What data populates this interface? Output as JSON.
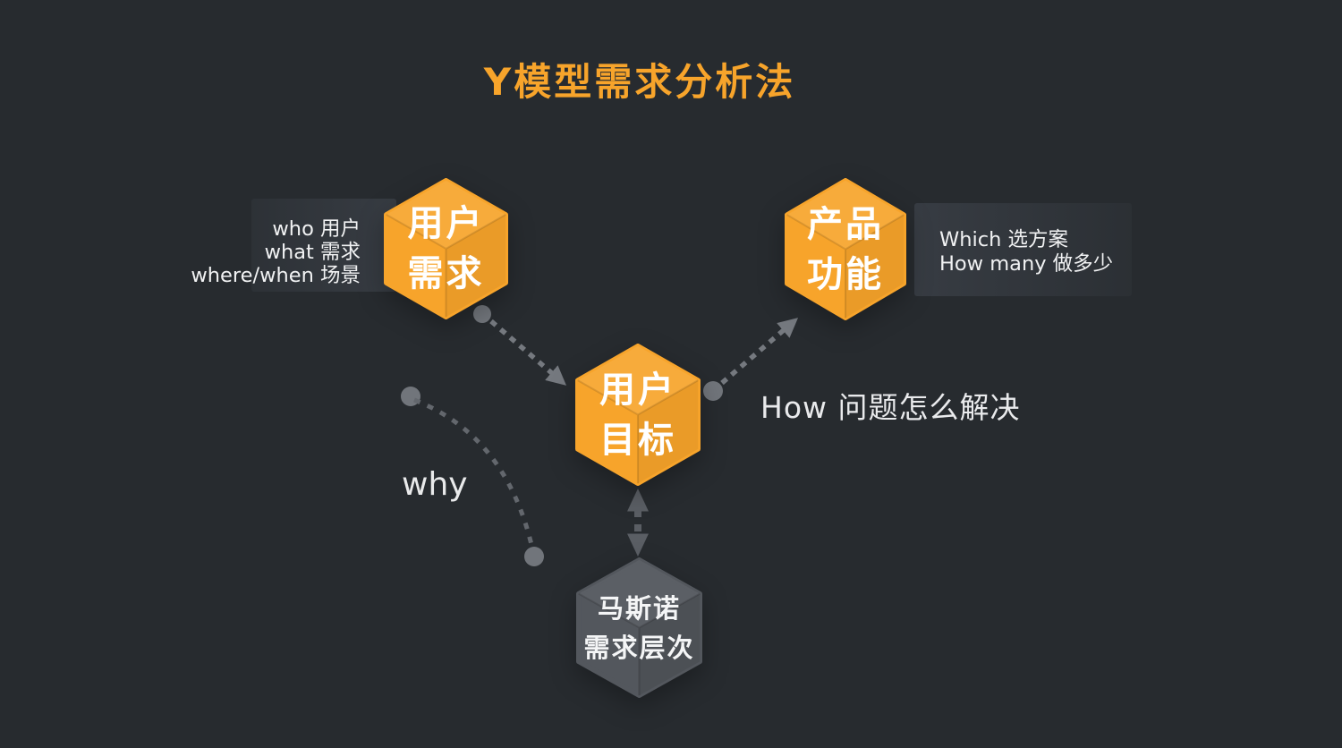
{
  "title": "Y模型需求分析法",
  "colors": {
    "background": "#272B2F",
    "node_orange": "#F7A42B",
    "node_gray": "#53575D",
    "connector_gray": "#75797F",
    "connector_dark_gray": "#5A5E64",
    "label_box_bg": "#383D44",
    "title_orange": "#F7A42B",
    "text_white": "#FFFFFF",
    "text_light": "#E9EAEC"
  },
  "nodes": {
    "user_needs": {
      "line1": "用户",
      "line2": "需求"
    },
    "user_goals": {
      "line1": "用户",
      "line2": "目标"
    },
    "product_features": {
      "line1": "产品",
      "line2": "功能"
    },
    "maslow": {
      "line1": "马斯诺",
      "line2": "需求层次"
    }
  },
  "annotations": {
    "who_box": {
      "line1": "who 用户",
      "line2": "what 需求",
      "line3": "where/when 场景"
    },
    "which_box": {
      "line1": "Which 选方案",
      "line2": "How many 做多少"
    },
    "how_label": "How 问题怎么解决",
    "why_label": "why"
  }
}
